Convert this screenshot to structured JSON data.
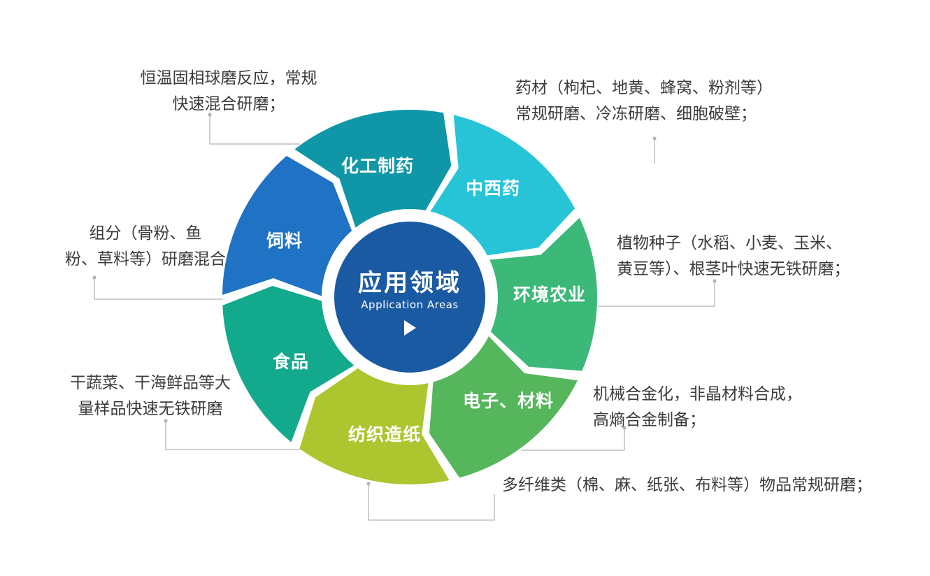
{
  "center": {
    "title_zh": "应用领域",
    "title_en": "Application Areas",
    "color": "#1a5aa3"
  },
  "wheel": {
    "segments": [
      {
        "id": "chemical-pharma",
        "label": "化工制药",
        "color": "#0f97a8"
      },
      {
        "id": "chinese-western-medicine",
        "label": "中西药",
        "color": "#27c4d8"
      },
      {
        "id": "environment-agriculture",
        "label": "环境农业",
        "color": "#3cb878"
      },
      {
        "id": "electronics-materials",
        "label": "电子、材料",
        "color": "#56b65c"
      },
      {
        "id": "textile-paper",
        "label": "纺织造纸",
        "color": "#adc52f"
      },
      {
        "id": "food",
        "label": "食品",
        "color": "#12a98c"
      },
      {
        "id": "feed",
        "label": "饲料",
        "color": "#1f72c4"
      }
    ]
  },
  "callouts": [
    {
      "id": "chemical-pharma-note",
      "lines": [
        "恒温固相球磨反应，常规",
        "快速混合研磨；"
      ]
    },
    {
      "id": "medicine-note",
      "lines": [
        "药材（枸杞、地黄、蜂窝、粉剂等）",
        "常规研磨、冷冻研磨、细胞破壁；"
      ]
    },
    {
      "id": "agriculture-note",
      "lines": [
        "植物种子（水稻、小麦、玉米、",
        "黄豆等）、根茎叶快速无铁研磨；"
      ]
    },
    {
      "id": "electronics-note",
      "lines": [
        "机械合金化，非晶材料合成，",
        "高熵合金制备；"
      ]
    },
    {
      "id": "feed-note",
      "lines": [
        "组分（骨粉、鱼",
        "粉、草料等）研磨混合"
      ]
    },
    {
      "id": "food-note",
      "lines": [
        "干蔬菜、干海鲜品等大",
        "量样品快速无铁研磨"
      ]
    },
    {
      "id": "textile-note",
      "lines": [
        "多纤维类（棉、麻、纸张、布料等）物品常规研磨；"
      ]
    }
  ],
  "colors": {
    "leader_line": "#b5b5b5",
    "callout_text": "#3b3b3b"
  }
}
